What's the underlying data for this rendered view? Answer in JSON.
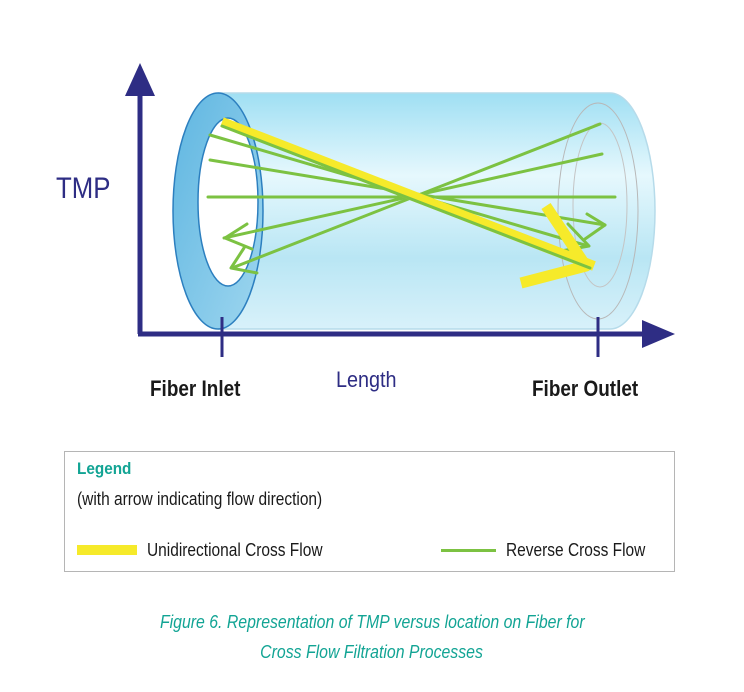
{
  "axes": {
    "y_label": "TMP",
    "x_label": "Length",
    "inlet_label": "Fiber Inlet",
    "outlet_label": "Fiber Outlet"
  },
  "legend": {
    "title": "Legend",
    "subtitle": "(with arrow indicating flow direction)",
    "unidirectional_label": "Unidirectional Cross Flow",
    "reverse_label": "Reverse Cross Flow"
  },
  "caption": {
    "line1": "Figure 6. Representation of TMP versus location on Fiber for",
    "line2": "Cross Flow Filtration Processes"
  },
  "colors": {
    "axis": "#2e2d84",
    "unidirectional": "#f6ea2a",
    "reverse": "#7cc242",
    "accent": "#12a494"
  }
}
